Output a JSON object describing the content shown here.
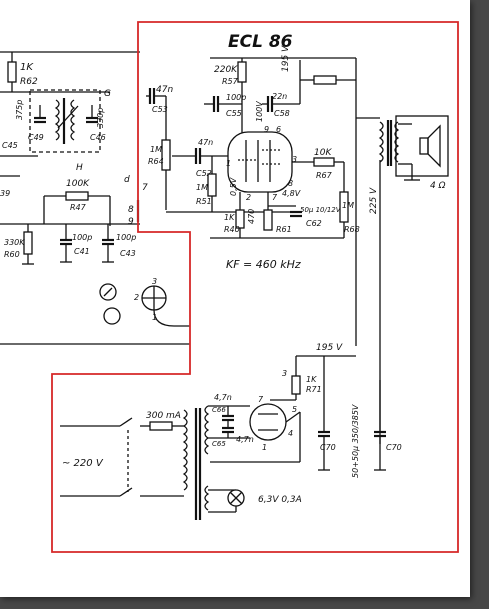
{
  "title": "ECL 86",
  "colors": {
    "highlight": "#d62828",
    "ink": "#111111",
    "paper": "#ffffff",
    "viewer": "#474747"
  },
  "labels": {
    "r62": "1K",
    "r62n": "R62",
    "c45": "C45",
    "c46": "C46",
    "c49": "C49",
    "c49v": "375p",
    "c46v": "330p",
    "r59": "39",
    "r47": "100K",
    "r47n": "R47",
    "r60": "330K",
    "r60n": "R60",
    "c41": "100p",
    "c41n": "C41",
    "c43": "100p",
    "c43n": "C43",
    "g": "G",
    "h": "H",
    "d": "d",
    "n7": "7",
    "n8": "8",
    "n9": "9",
    "c53": "47n",
    "c53n": "C53",
    "r64": "1M",
    "r64n": "R64",
    "c52": "47n",
    "c52n": "C52",
    "r51": "1M",
    "r51n": "R51",
    "r57": "220K",
    "r57n": "R57",
    "c55": "100p",
    "c55n": "C55",
    "c58": "22n",
    "c58n": "C58",
    "v195a": "195 V",
    "r67": "10K",
    "r67n": "R67",
    "v225": "225 V",
    "ohm": "4 Ω",
    "r68": "1M",
    "r68n": "R68",
    "v48": "4,8V",
    "v100": "100V",
    "c62": "50μ 10/12V",
    "c62n": "C62",
    "r61": "470",
    "r61n": "R61",
    "r40": "1K",
    "r40n": "R40",
    "v05": "0,5V",
    "p1": "1",
    "p2": "2",
    "p3": "3",
    "p6": "6",
    "p7": "7",
    "p8": "8",
    "p9": "9",
    "kf": "KF = 460 kHz",
    "v195b": "195 V",
    "r71": "1K",
    "r71n": "R71",
    "c70": "C70",
    "c70b": "C70",
    "elko": "50+50μ 350/385V",
    "fuse": "300 mA",
    "mains": "~ 220 V",
    "c66": "4,7n",
    "c66n": "C66",
    "c65": "4,7n",
    "c65n": "C65",
    "lamp": "6,3V 0,3A",
    "rect3": "3",
    "rect4": "4",
    "rect5": "5",
    "rect7": "7",
    "rect1": "1",
    "t1": "1",
    "t2": "2",
    "t3": "3"
  }
}
